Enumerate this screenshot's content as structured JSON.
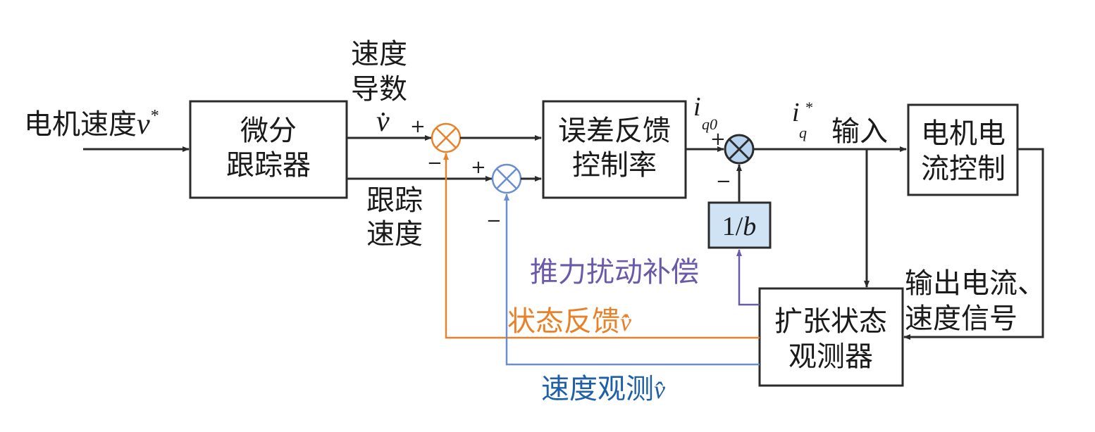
{
  "colors": {
    "line": "#2b2b2b",
    "orange": "#e8822a",
    "blue": "#6a8fd0",
    "purple": "#6b5aa8",
    "steel_blue": "#1f5fa8",
    "gain_fill": "#cfe3f5"
  },
  "input": {
    "label": "电机速度",
    "symbol": "v",
    "sup": "*"
  },
  "blocks": {
    "td": {
      "line1": "微分",
      "line2": "跟踪器"
    },
    "fb": {
      "line1": "误差反馈",
      "line2": "控制率"
    },
    "gain": {
      "num": "1/",
      "den": "b"
    },
    "motor": {
      "line1": "电机电",
      "line2": "流控制"
    },
    "eso": {
      "line1": "扩张状态",
      "line2": "观测器"
    }
  },
  "signals": {
    "speed_derivative": {
      "line1": "速度",
      "line2": "导数",
      "symbol": "v̇"
    },
    "tracking_speed": {
      "line1": "跟踪",
      "line2": "速度"
    },
    "iq0": {
      "i": "i",
      "sub": "q0"
    },
    "iq_star": {
      "i": "i",
      "sub": "q",
      "sup": "*"
    },
    "input_label": "输入",
    "output_label": {
      "line1": "输出电流、",
      "line2": "速度信号"
    },
    "thrust_comp": "推力扰动补偿",
    "state_feedback": {
      "text": "状态反馈",
      "symbol": "v̂̇"
    },
    "speed_obs": {
      "text": "速度观测",
      "symbol": "v̂"
    }
  },
  "signs": {
    "plus": "+",
    "minus": "−"
  }
}
